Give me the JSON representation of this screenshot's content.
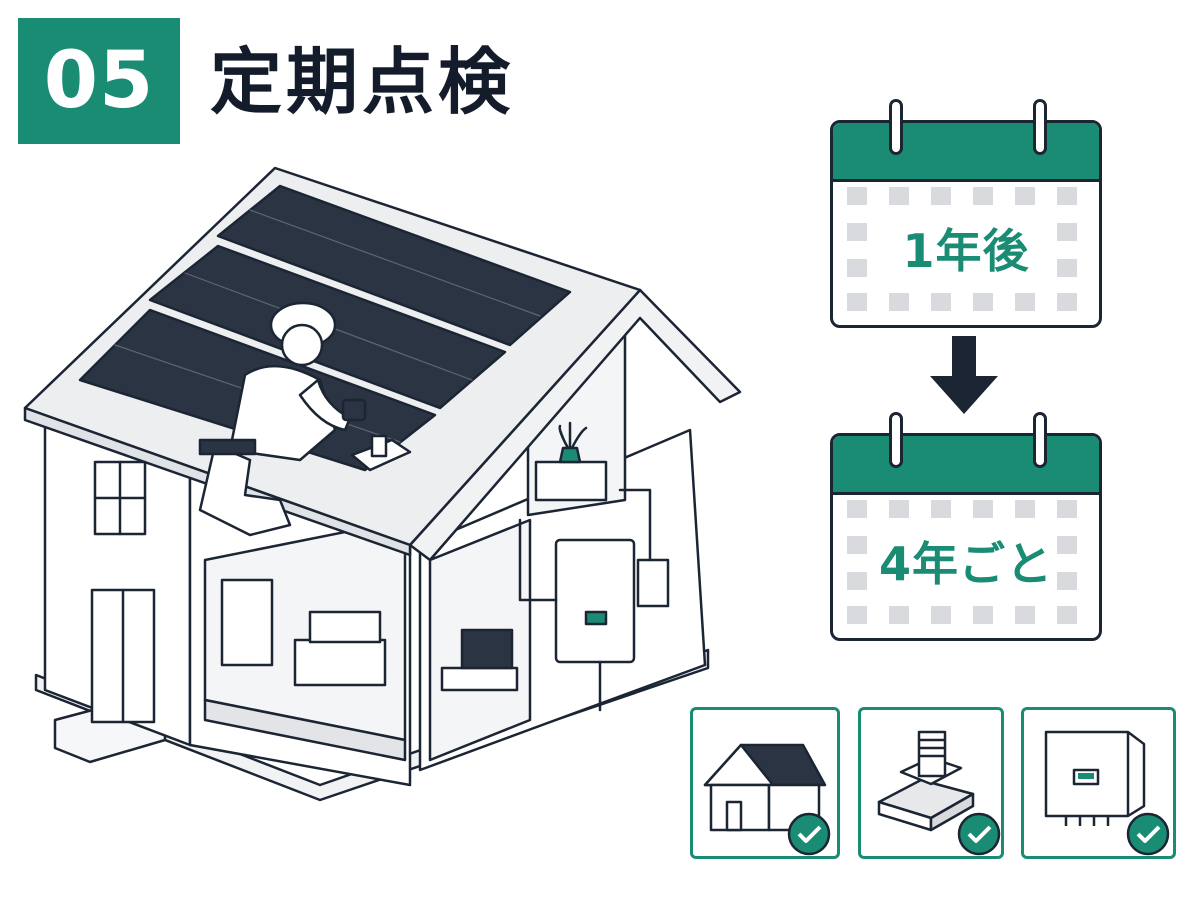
{
  "header": {
    "step_number": "05",
    "title": "定期点検"
  },
  "schedule": {
    "first_inspection": "1年後",
    "recurring_inspection": "4年ごと"
  },
  "inspection_items": [
    {
      "icon": "house-roof-icon",
      "checked": true
    },
    {
      "icon": "panel-mount-bracket-icon",
      "checked": true
    },
    {
      "icon": "power-conditioner-icon",
      "checked": true
    }
  ],
  "colors": {
    "accent": "#1a8c74",
    "ink": "#141c2c",
    "panel": "#2b3442",
    "wall": "#ffffff",
    "roof": "#eceef0",
    "calendar_cell": "#d8dade"
  }
}
